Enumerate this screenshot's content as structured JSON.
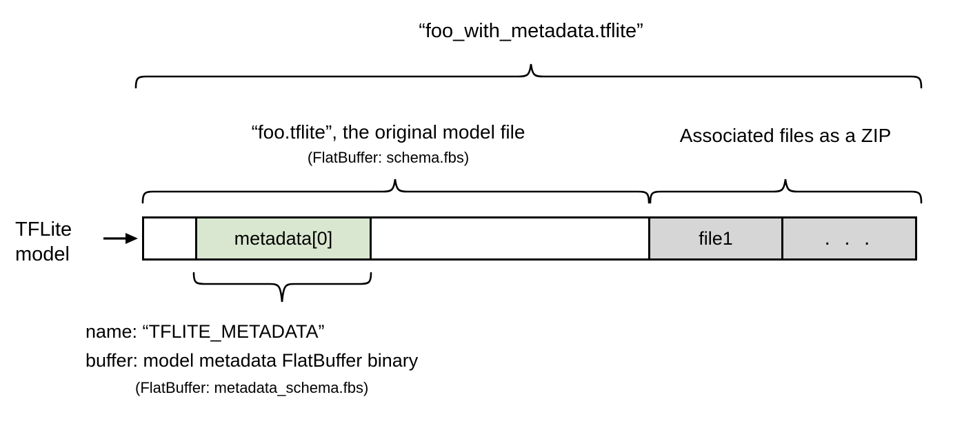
{
  "diagram": {
    "title": "“foo_with_metadata.tflite”",
    "labels": {
      "model_file_main": "“foo.tflite”, the original model file",
      "model_file_sub": "(FlatBuffer: schema.fbs)",
      "zip_section": "Associated files as a ZIP",
      "side_line1": "TFLite",
      "side_line2": "model"
    },
    "bar_segments": [
      {
        "name": "leading-empty",
        "label": "",
        "fill": "#ffffff"
      },
      {
        "name": "metadata",
        "label": "metadata[0]",
        "fill": "#d9e7d0"
      },
      {
        "name": "model-payload",
        "label": "",
        "fill": "#ffffff"
      },
      {
        "name": "file1",
        "label": "file1",
        "fill": "#d6d6d6"
      },
      {
        "name": "more-files",
        "label": ". . .",
        "fill": "#d6d6d6"
      }
    ],
    "notes": {
      "name_line": "name: “TFLITE_METADATA”",
      "buffer_line": "buffer: model metadata FlatBuffer binary",
      "schema_line": "(FlatBuffer: metadata_schema.fbs)"
    },
    "colors": {
      "metadata_fill": "#d9e7d0",
      "zip_fill": "#d6d6d6",
      "stroke": "#000000",
      "background": "#ffffff"
    }
  }
}
